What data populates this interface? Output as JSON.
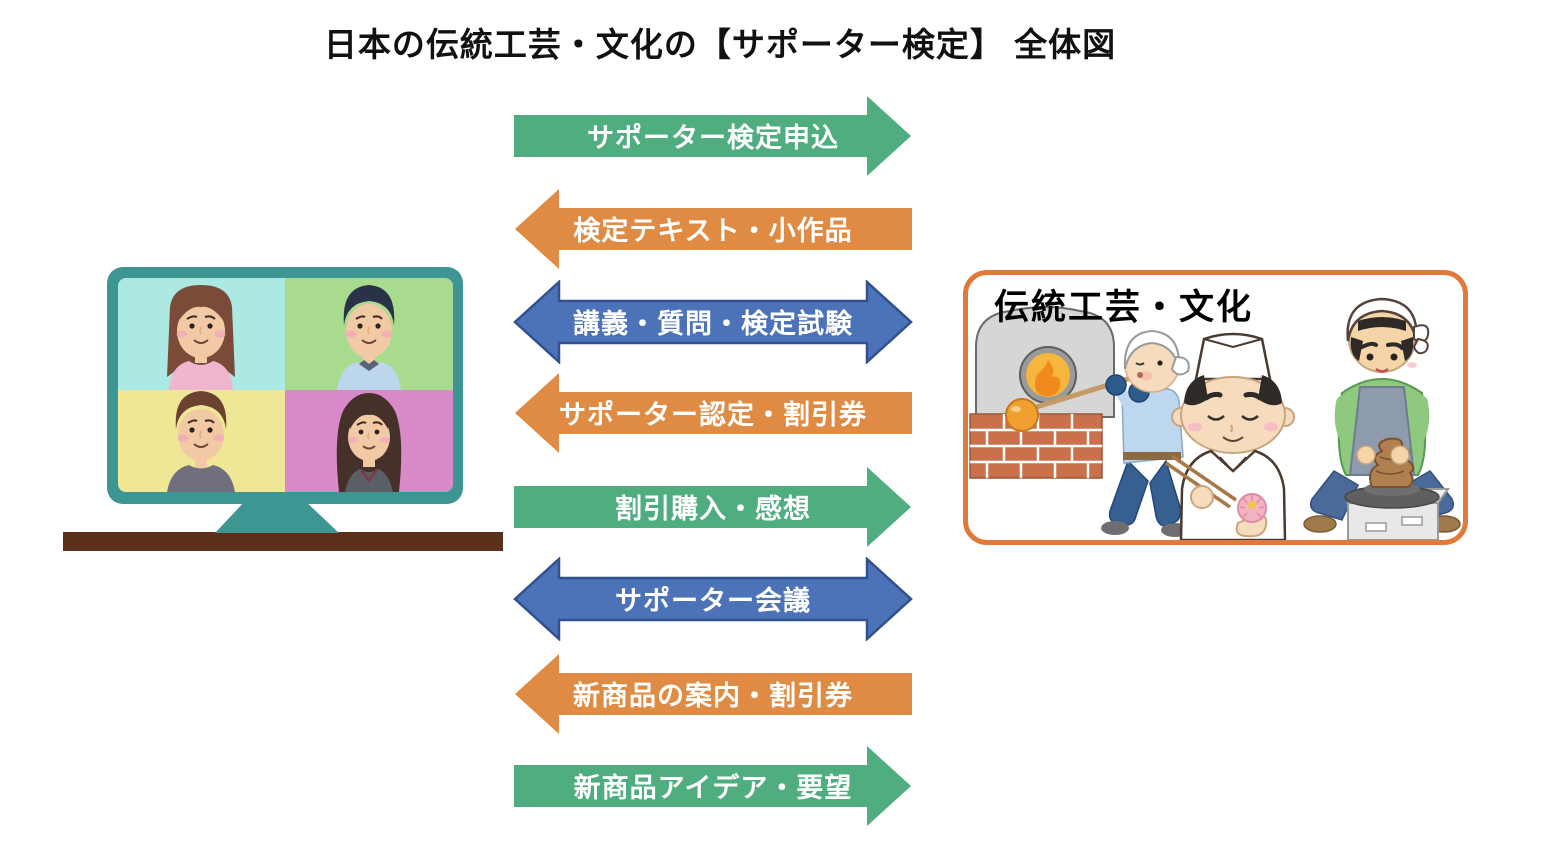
{
  "title": "日本の伝統工芸・文化の【サポーター検定】 全体図",
  "arrows": [
    {
      "id": "apply",
      "label": "サポーター検定申込",
      "direction": "right",
      "color": "green"
    },
    {
      "id": "text-works",
      "label": "検定テキスト・小作品",
      "direction": "left",
      "color": "orange"
    },
    {
      "id": "lecture-exam",
      "label": "講義・質問・検定試験",
      "direction": "both",
      "color": "blue"
    },
    {
      "id": "certification",
      "label": "サポーター認定・割引券",
      "direction": "left",
      "color": "orange"
    },
    {
      "id": "purchase-feedback",
      "label": "割引購入・感想",
      "direction": "right",
      "color": "green"
    },
    {
      "id": "supporter-meeting",
      "label": "サポーター会議",
      "direction": "both",
      "color": "blue"
    },
    {
      "id": "new-product-info",
      "label": "新商品の案内・割引券",
      "direction": "left",
      "color": "orange"
    },
    {
      "id": "ideas-requests",
      "label": "新商品アイデア・要望",
      "direction": "right",
      "color": "green"
    }
  ],
  "left_illustration": {
    "name": "online-video-call-monitor",
    "participants": 4
  },
  "right_box": {
    "label": "伝統工芸・文化",
    "crafts": [
      "glassblowing-craftsman",
      "wagashi-confectioner",
      "potter-at-wheel"
    ]
  },
  "colors": {
    "green": "#4FAD80",
    "orange": "#E08B44",
    "blue": "#4C72B8",
    "blue_border": "#31508F",
    "box_border": "#E0793A",
    "monitor_frame": "#3E9693",
    "monitor_table": "#5B3018",
    "quad_tl": "#ABE9E2",
    "quad_tr": "#A8DB8E",
    "quad_bl": "#EFE795",
    "quad_br": "#D98BC9"
  }
}
